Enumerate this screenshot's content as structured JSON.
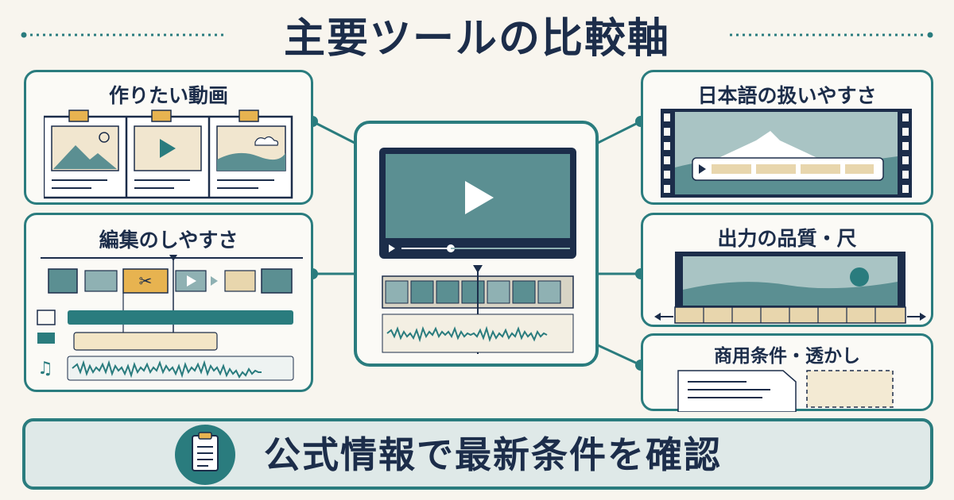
{
  "title": "主要ツールの比較軸",
  "panels": {
    "videos_to_make": {
      "label": "作りたい動画"
    },
    "ease_of_editing": {
      "label": "編集のしやすさ"
    },
    "japanese_handling": {
      "label": "日本語の扱いやすさ"
    },
    "output_quality": {
      "label": "出力の品質・尺"
    },
    "commercial_terms": {
      "label": "商用条件・透かし"
    }
  },
  "center": {
    "icon": "video-player-icon"
  },
  "footer": {
    "text": "公式情報で最新条件を確認",
    "icon": "clipboard-icon"
  },
  "colors": {
    "teal": "#2a7c7e",
    "navy": "#1c2d4a",
    "beige": "#e8d6ad",
    "orange": "#e7b350",
    "background": "#f8f5ee"
  }
}
